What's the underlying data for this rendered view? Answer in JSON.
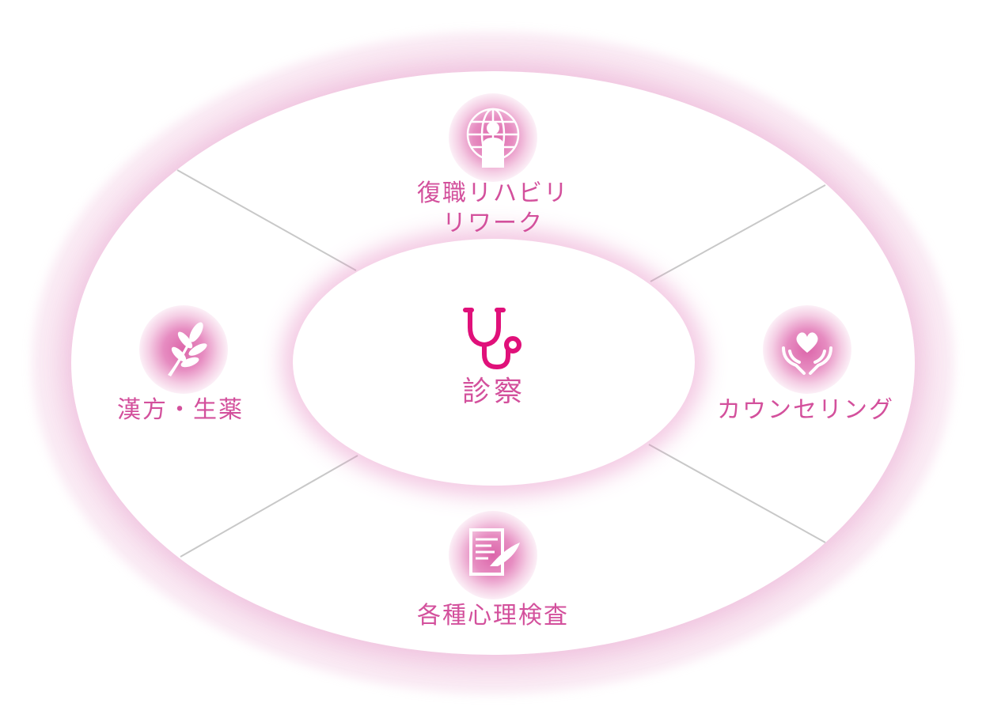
{
  "diagram": {
    "center": {
      "label": "診察",
      "icon": "stethoscope-icon"
    },
    "nodes": [
      {
        "id": "top",
        "label_line1": "復職リハビリ",
        "label_line2": "リワーク",
        "icon": "globe-person-icon"
      },
      {
        "id": "left",
        "label": "漢方・生薬",
        "icon": "leaf-sprig-icon"
      },
      {
        "id": "right",
        "label": "カウンセリング",
        "icon": "heart-in-hands-icon"
      },
      {
        "id": "bottom",
        "label": "各種心理検査",
        "icon": "document-quill-icon"
      }
    ],
    "colors": {
      "accent": "#d3509c",
      "icon_core": "#da5da5",
      "glow": "#e28cbe",
      "spoke": "#c8c8c8",
      "stethoscope": "#e0107a"
    }
  }
}
